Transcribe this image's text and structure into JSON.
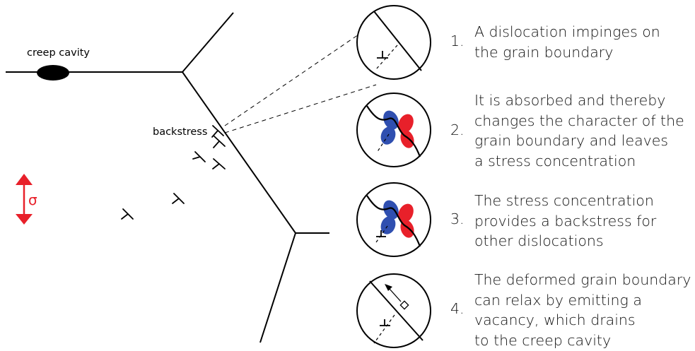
{
  "labels": {
    "creep_cavity": "creep cavity",
    "backstress": "backstress",
    "stress_symbol": "σ"
  },
  "colors": {
    "stress_arrow": "#e8202a",
    "lobe_blue": "#2f4fb0",
    "lobe_red": "#e8202a",
    "line": "#000000"
  },
  "steps": [
    {
      "number": "1.",
      "text": "A dislocation impinges on\nthe grain boundary"
    },
    {
      "number": "2.",
      "text": "It is absorbed and thereby\nchanges the character of the\ngrain boundary and leaves\na stress concentration"
    },
    {
      "number": "3.",
      "text": "The stress concentration\nprovides a backstress for\nother dislocations"
    },
    {
      "number": "4.",
      "text": "The deformed grain boundary\ncan relax by emitting a\nvacancy, which drains\nto the creep cavity"
    }
  ]
}
